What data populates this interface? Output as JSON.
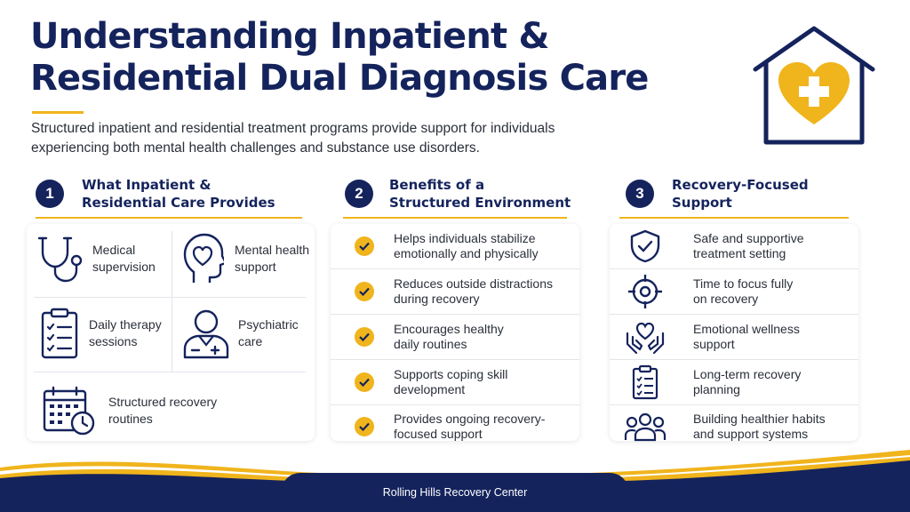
{
  "title": "Understanding Inpatient & Residential Dual Diagnosis Care",
  "subtitle": "Structured inpatient and residential treatment programs provide support for individuals experiencing both mental health challenges and substance use disorders.",
  "colors": {
    "navy": "#14235c",
    "gold": "#f0b41c"
  },
  "header_icon": "house-heart-plus-icon",
  "sections": [
    {
      "number": "1",
      "title_line1": "What Inpatient &",
      "title_line2": "Residential Care Provides",
      "items": [
        {
          "icon": "stethoscope-icon",
          "label_line1": "Medical",
          "label_line2": "supervision"
        },
        {
          "icon": "head-heart-icon",
          "label_line1": "Mental health",
          "label_line2": "support"
        },
        {
          "icon": "clipboard-checklist-icon",
          "label_line1": "Daily therapy",
          "label_line2": "sessions"
        },
        {
          "icon": "doctor-icon",
          "label_line1": "Psychiatric",
          "label_line2": "care"
        },
        {
          "icon": "calendar-clock-icon",
          "label_line1": "Structured recovery",
          "label_line2": "routines"
        }
      ]
    },
    {
      "number": "2",
      "title_line1": "Benefits of a",
      "title_line2": "Structured Environment",
      "items": [
        {
          "icon": "check-icon",
          "line1": "Helps individuals stabilize",
          "line2": "emotionally and physically"
        },
        {
          "icon": "check-icon",
          "line1": "Reduces outside distractions",
          "line2": "during recovery"
        },
        {
          "icon": "check-icon",
          "line1": "Encourages healthy",
          "line2": "daily routines"
        },
        {
          "icon": "check-icon",
          "line1": "Supports coping skill",
          "line2": "development"
        },
        {
          "icon": "check-icon",
          "line1": "Provides ongoing recovery-",
          "line2": "focused support"
        }
      ]
    },
    {
      "number": "3",
      "title_line1": "Recovery-Focused",
      "title_line2": "Support",
      "items": [
        {
          "icon": "shield-check-icon",
          "line1": "Safe and supportive",
          "line2": "treatment setting"
        },
        {
          "icon": "target-icon",
          "line1": "Time to focus fully",
          "line2": "on recovery"
        },
        {
          "icon": "hands-heart-icon",
          "line1": "Emotional wellness",
          "line2": "support"
        },
        {
          "icon": "clipboard-list-icon",
          "line1": "Long-term recovery",
          "line2": "planning"
        },
        {
          "icon": "group-people-icon",
          "line1": "Building healthier habits",
          "line2": "and support systems"
        }
      ]
    }
  ],
  "footer": "Rolling Hills Recovery Center"
}
